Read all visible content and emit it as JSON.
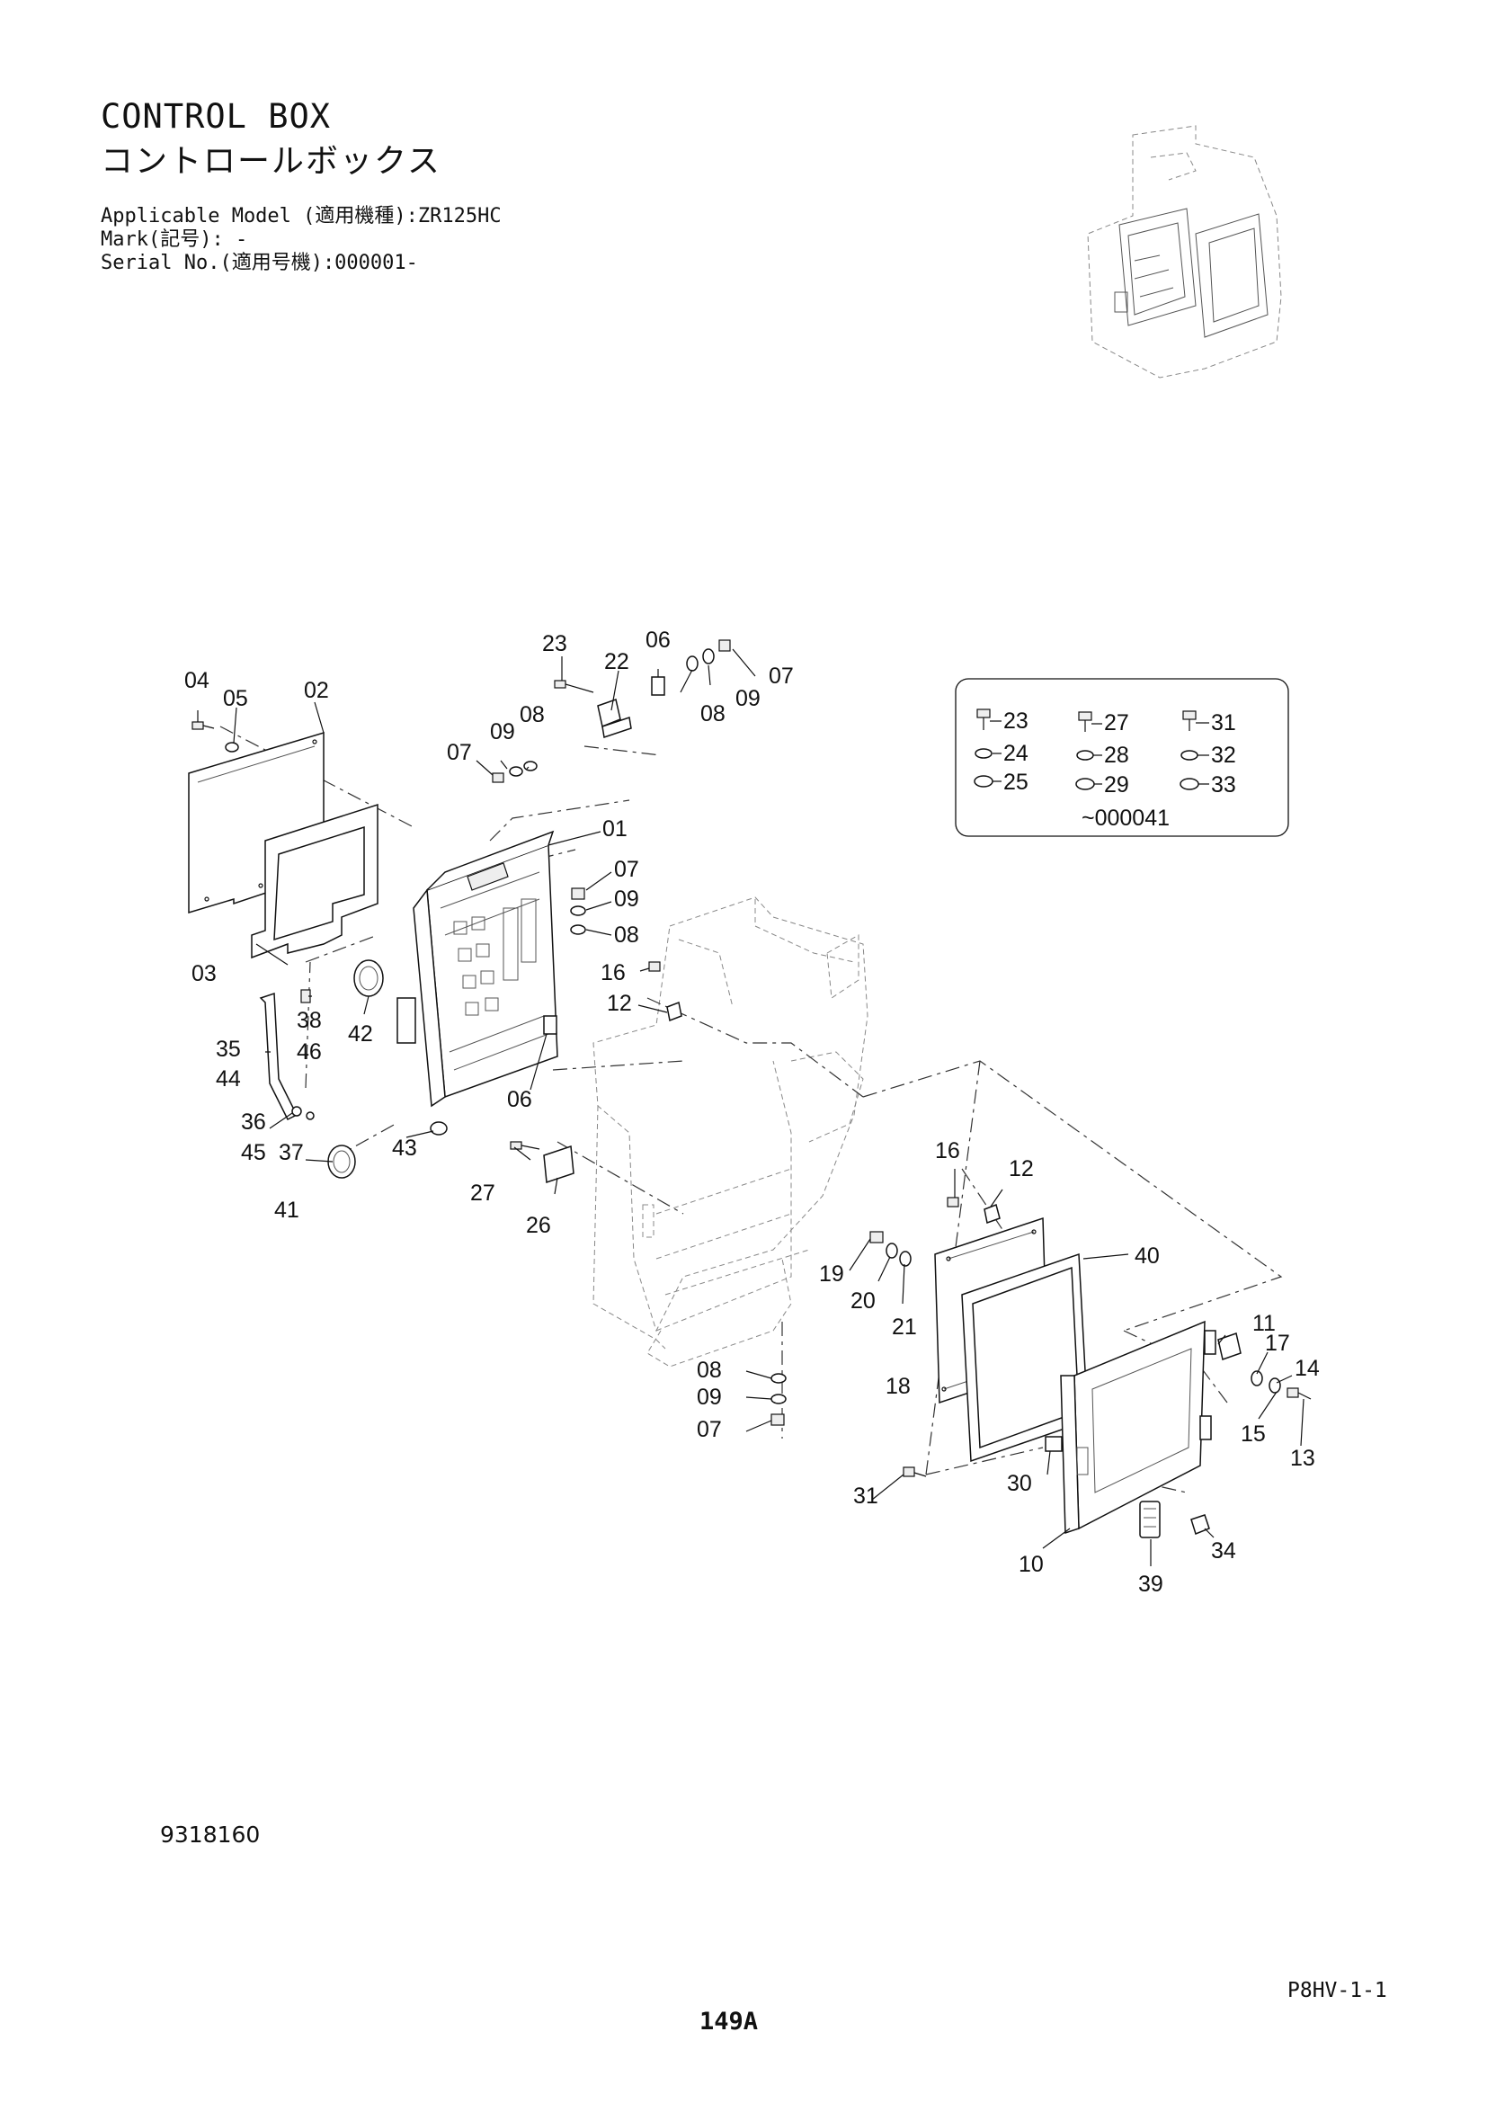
{
  "header": {
    "title_en": "CONTROL BOX",
    "title_jp": "コントロールボックス",
    "model_line": "Applicable Model (適用機種):ZR125HC",
    "mark_line": "Mark(記号): -",
    "serial_line": "Serial No.(適用号機):000001-"
  },
  "inset": {
    "serial_note": "~000041",
    "labels": [
      "23",
      "24",
      "25",
      "27",
      "28",
      "29",
      "31",
      "32",
      "33"
    ]
  },
  "callouts": {
    "c01": "01",
    "c02": "02",
    "c03": "03",
    "c04": "04",
    "c05": "05",
    "c06a": "06",
    "c06b": "06",
    "c07a": "07",
    "c07b": "07",
    "c07c": "07",
    "c07d": "07",
    "c08a": "08",
    "c08b": "08",
    "c08c": "08",
    "c08d": "08",
    "c09a": "09",
    "c09b": "09",
    "c09c": "09",
    "c09d": "09",
    "c10": "10",
    "c11": "11",
    "c12a": "12",
    "c12b": "12",
    "c13": "13",
    "c14": "14",
    "c15": "15",
    "c16a": "16",
    "c16b": "16",
    "c17": "17",
    "c18": "18",
    "c19": "19",
    "c20": "20",
    "c21": "21",
    "c22": "22",
    "c23": "23",
    "c26": "26",
    "c27": "27",
    "c30": "30",
    "c31": "31",
    "c34": "34",
    "c35": "35",
    "c36": "36",
    "c37": "37",
    "c38": "38",
    "c39": "39",
    "c40": "40",
    "c41": "41",
    "c42": "42",
    "c43": "43",
    "c44": "44",
    "c45": "45",
    "c46": "46"
  },
  "footer": {
    "doc_number": "9318160",
    "page_number": "149A",
    "page_code": "P8HV-1-1"
  }
}
